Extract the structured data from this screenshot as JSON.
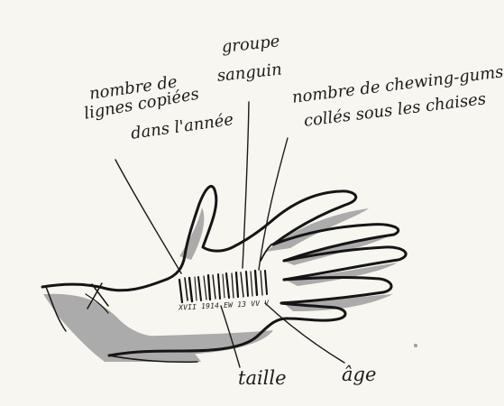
{
  "illustration": {
    "annotations": {
      "lines_copied": {
        "line1": "nombre de",
        "line2": "lignes copiées",
        "line3": "dans l'année"
      },
      "blood_group": {
        "line1": "groupe",
        "line2": "sanguin"
      },
      "chewing_gum": {
        "line1": "nombre de chewing-gums",
        "line2": "collés sous les chaises"
      },
      "height": "taille",
      "age": "âge"
    },
    "barcode_code": "XVII 1914 EW 13 VV V",
    "colors": {
      "ink": "#1c1c1c",
      "shadow": "#a9a9a9",
      "paper": "#f8f6f0"
    }
  }
}
